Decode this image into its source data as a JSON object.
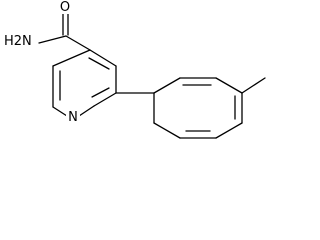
{
  "atoms": {
    "amide_nitrogen": "H2N",
    "carbonyl_oxygen": "O",
    "ring_nitrogen": "N"
  },
  "colors": {
    "bond": "#000000",
    "text": "#000000",
    "background": "#ffffff"
  }
}
